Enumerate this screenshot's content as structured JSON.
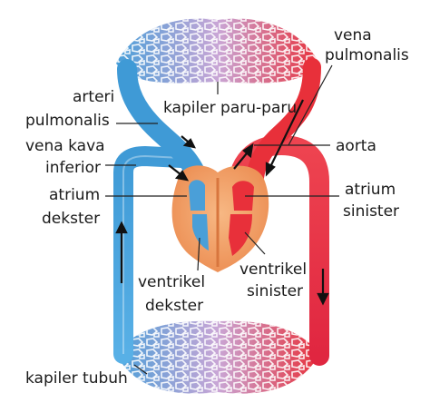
{
  "labels": {
    "vena_pulmonalis_1": "vena",
    "vena_pulmonalis_2": "pulmonalis",
    "arteri_pulmonalis_1": "arteri",
    "arteri_pulmonalis_2": "pulmonalis",
    "kapiler_paru": "kapiler paru-paru",
    "vena_kava_1": "vena kava",
    "vena_kava_2": "inferior",
    "aorta": "aorta",
    "atrium_dekster_1": "atrium",
    "atrium_dekster_2": "dekster",
    "atrium_sinister_1": "atrium",
    "atrium_sinister_2": "sinister",
    "ventrikel_dekster_1": "ventrikel",
    "ventrikel_dekster_2": "dekster",
    "ventrikel_sinister_1": "ventrikel",
    "ventrikel_sinister_2": "sinister",
    "kapiler_tubuh": "kapiler tubuh"
  },
  "colors": {
    "deoxygenated": "#4a9fd8",
    "oxygenated": "#e8303a",
    "heart": "#f3a46a",
    "capillary_mesh": "#ffffff"
  }
}
